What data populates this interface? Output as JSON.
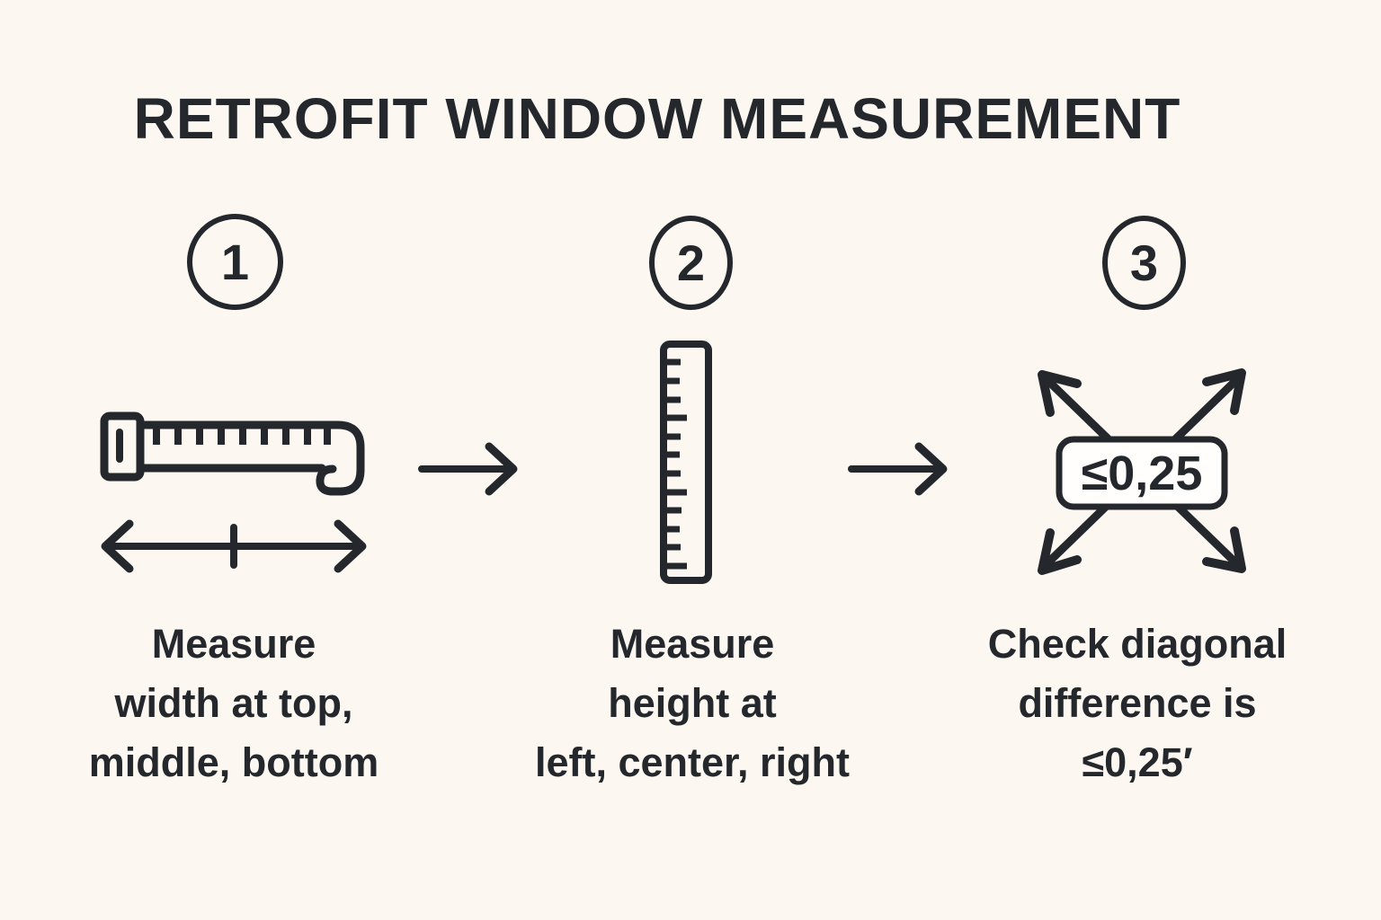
{
  "title": "RETROFIT WINDOW MEASUREMENT",
  "colors": {
    "background": "#FCF8F1",
    "ink": "#24282C",
    "label_fill": "#FFFEFC"
  },
  "steps": [
    {
      "number": "1",
      "icon": "tape-measure-icon",
      "caption_lines": [
        "Measure",
        "width at top,",
        "middle, bottom"
      ]
    },
    {
      "number": "2",
      "icon": "vertical-ruler-icon",
      "caption_lines": [
        "Measure",
        "height at",
        "left, center, right"
      ]
    },
    {
      "number": "3",
      "icon": "diagonal-arrows-icon",
      "diagonal_label": "≤0,25",
      "caption_lines": [
        "Check diagonal",
        "difference is",
        "≤0,25′"
      ]
    }
  ]
}
